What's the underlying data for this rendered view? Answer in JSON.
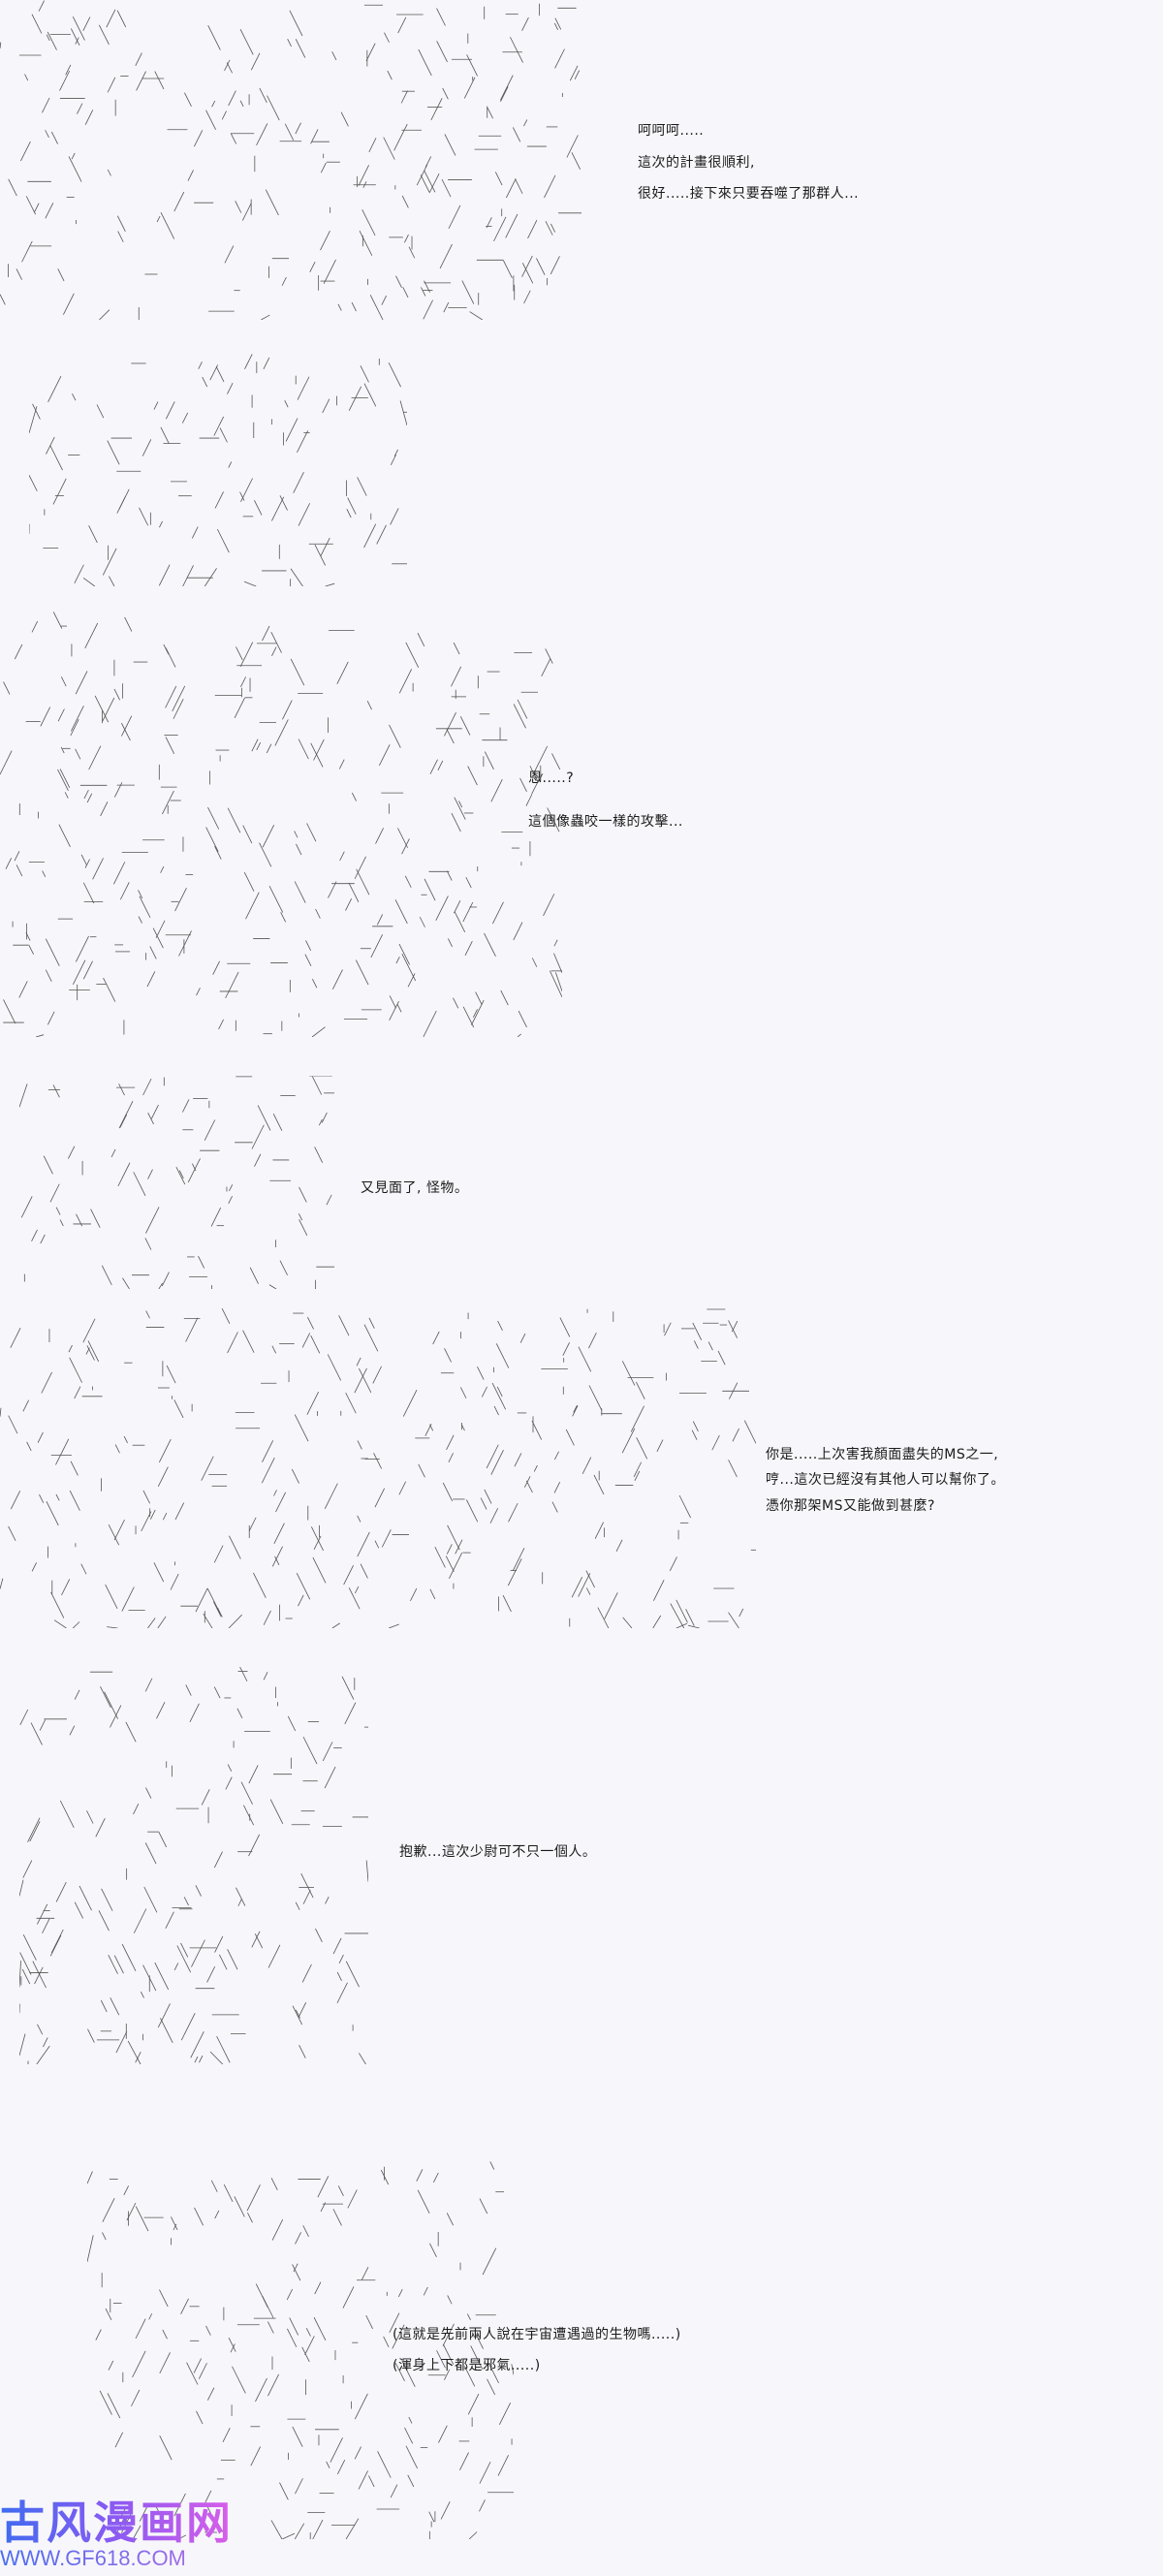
{
  "panels": [
    {
      "lines": [
        "呵呵呵.....",
        "這次的計畫很順利,",
        "很好.....接下來只要吞噬了那群人..."
      ]
    },
    {
      "lines": []
    },
    {
      "lines": [
        "恩.....?",
        "這個像蟲咬一樣的攻擊..."
      ]
    },
    {
      "lines": [
        "又見面了, 怪物。"
      ]
    },
    {
      "lines": [
        "你是.....上次害我顏面盡失的MS之一,",
        "哼...這次已經沒有其他人可以幫你了。",
        "憑你那架MS又能做到甚麼?"
      ]
    },
    {
      "lines": [
        "抱歉...這次少尉可不只一個人。"
      ]
    },
    {
      "lines": [
        "(這就是先前兩人說在宇宙遭遇過的生物嗎.....)",
        "(渾身上下都是邪氣.....)"
      ]
    }
  ],
  "watermark": {
    "title": "古风漫画网",
    "url": "WWW.GF618.COM"
  },
  "colors": {
    "background": "#f7f7fb",
    "ink": "#1a1a1a",
    "art": "#555555"
  }
}
